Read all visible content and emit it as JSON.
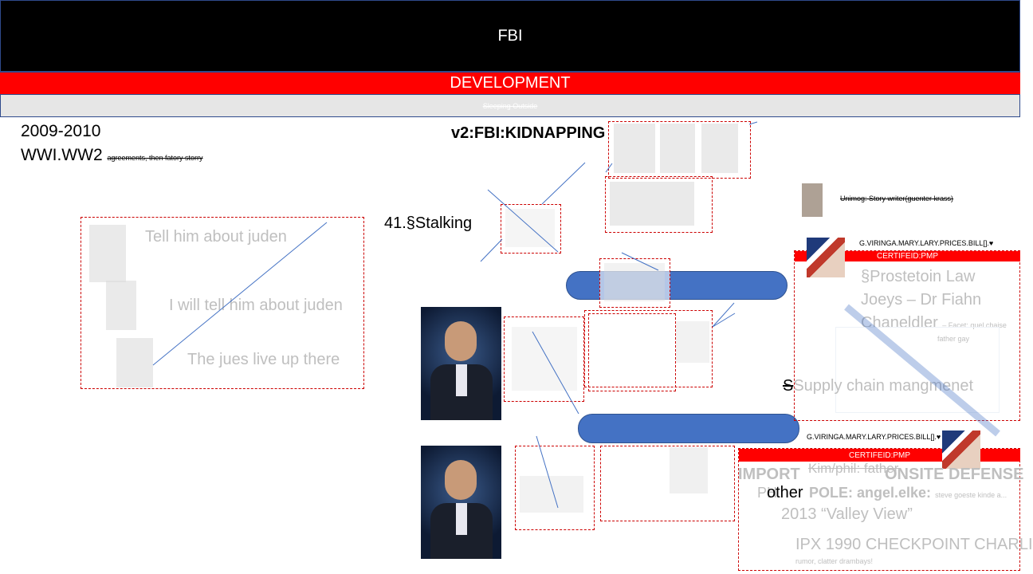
{
  "header": {
    "title": "FBI"
  },
  "banner": {
    "label": "DEVELOPMENT"
  },
  "subbar": {
    "label": "Sleeping Outside"
  },
  "left": {
    "years": "2009-2010",
    "wars": "WWI.WW2",
    "wars_note": "agreements, then fatory storry"
  },
  "center": {
    "kidnapping": "v2:FBI:KIDNAPPING",
    "stalking": "41.§Stalking"
  },
  "quotes": {
    "q1": "Tell him about juden",
    "q2": "I will tell him about juden",
    "q3": "The jues live up there"
  },
  "right": {
    "unimog": "Unimog: Story writer(guenter krass)",
    "names1": "G.VIRINGA.MARY.LARY.PRICES.BILL[].♥",
    "cert1": "CERTIFEID:PMP",
    "prostetoin": "§Prostetoin Law",
    "joeys": "Joeys – Dr Fiahn",
    "chaneldler": "Chaneldler",
    "chaneldler_note": "– Facet: quel chaise",
    "father_gay": "father gay",
    "supply": "Supply chain mangmenet",
    "names2": "G.VIRINGA.MARY.LARY.PRICES.BILL[].♥",
    "cert2": "CERTIFEID:PMP",
    "import": "IMPORT",
    "kim": "Kim/phil: father",
    "onsite": "ONSITE DEFENSE",
    "ph": "PH",
    "pole": "POLE: angel.elke:",
    "pole_note": "steve goeste kinde a...",
    "other": "other",
    "valley": "2013 “Valley View”",
    "ipx": "IPX 1990 CHECKPOINT CHARLI",
    "ipx_note": "rumor, clatter drambays!"
  },
  "colors": {
    "header_bg": "#000000",
    "banner_bg": "#ff0000",
    "subbar_bg": "#e6e6e6",
    "cylinder": "#4472c4",
    "dash_border": "#cc0000",
    "line": "#4472c4"
  }
}
